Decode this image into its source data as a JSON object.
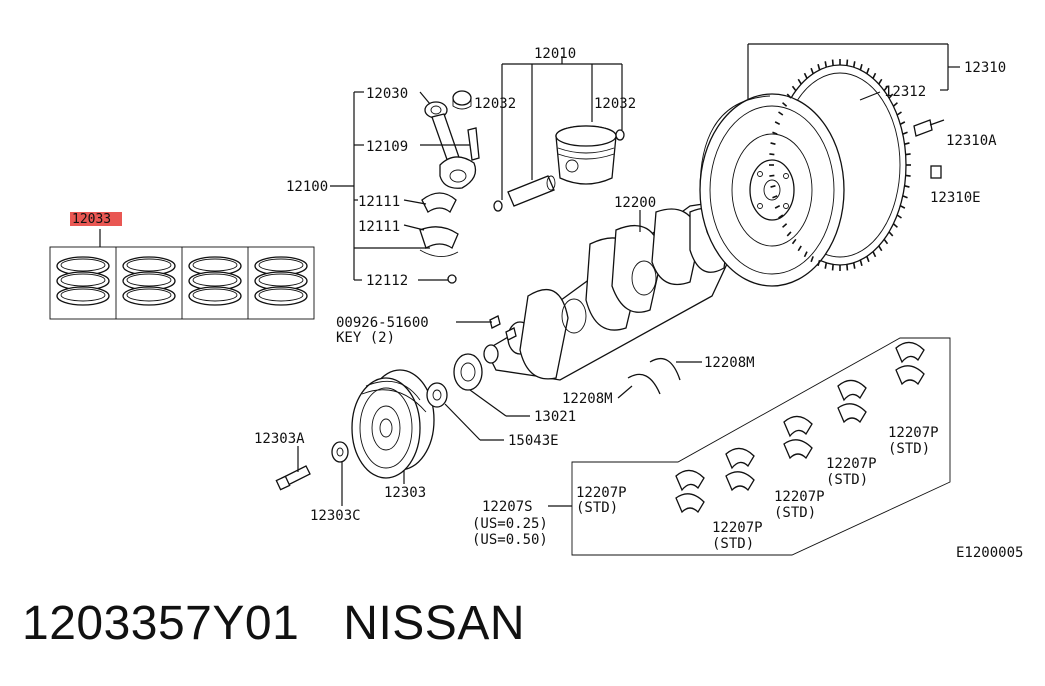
{
  "labels": {
    "l12010": "12010",
    "l12030": "12030",
    "l12032a": "12032",
    "l12032b": "12032",
    "l12109": "12109",
    "l12100": "12100",
    "l12111a": "12111",
    "l12111b": "12111",
    "l12112": "12112",
    "l12033": "12033",
    "l12200": "12200",
    "l12310": "12310",
    "l12312": "12312",
    "l12310A": "12310A",
    "l12310E": "12310E",
    "l00926": "00926-51600",
    "lkey": "KEY (2)",
    "l12208Ma": "12208M",
    "l12208Mb": "12208M",
    "l13021": "13021",
    "l15043E": "15043E",
    "l12303A": "12303A",
    "l12303": "12303",
    "l12303C": "12303C",
    "l12207S": "12207S",
    "lus025": "(US=0.25)",
    "lus050": "(US=0.50)",
    "p1": "12207P",
    "p1s": "(STD)",
    "p2": "12207P",
    "p2s": "(STD)",
    "p3": "12207P",
    "p3s": "(STD)",
    "p4": "12207P",
    "p4s": "(STD)",
    "p5": "12207P",
    "p5s": "(STD)",
    "diagram_code": "E1200005"
  },
  "caption": {
    "part_number": "1203357Y01",
    "brand": "NISSAN"
  },
  "colors": {
    "highlight": "#e53935",
    "line": "#111111"
  }
}
